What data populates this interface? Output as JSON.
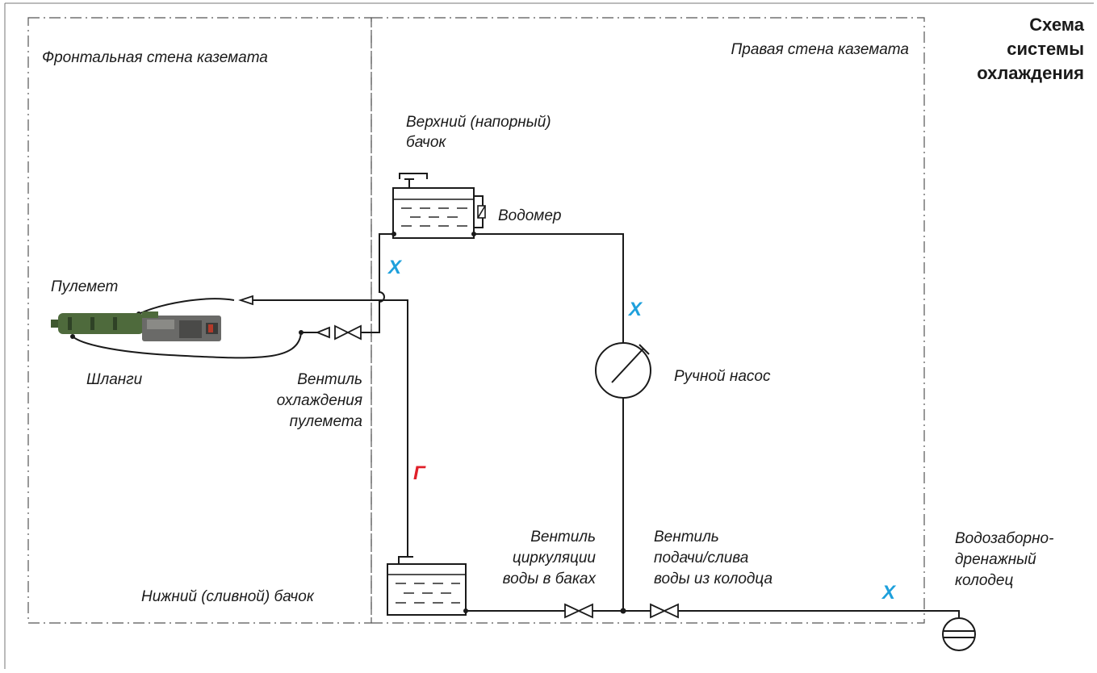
{
  "title": [
    "Схема",
    "системы",
    "охлаждения"
  ],
  "walls": {
    "front": "Фронтальная стена каземата",
    "right": "Правая стена каземата"
  },
  "components": {
    "upper_tank": [
      "Верхний (напорный)",
      "бачок"
    ],
    "water_meter": "Водомер",
    "machine_gun": "Пулемет",
    "hoses": "Шланги",
    "gun_valve": [
      "Вентиль",
      "охлаждения",
      "пулемета"
    ],
    "hand_pump": "Ручной насос",
    "lower_tank": "Нижний (сливной) бачок",
    "circ_valve": [
      "Вентиль",
      "циркуляции",
      "воды в баках"
    ],
    "well_valve": [
      "Вентиль",
      "подачи/слива",
      "воды из колодца"
    ],
    "well": [
      "Водозаборно-",
      "дренажный",
      "колодец"
    ]
  },
  "markers": {
    "cold": "Х",
    "hot": "Г"
  },
  "colors": {
    "cold": "#1ea0dc",
    "hot": "#e0202a",
    "gun_body": "#4e6a3c"
  }
}
